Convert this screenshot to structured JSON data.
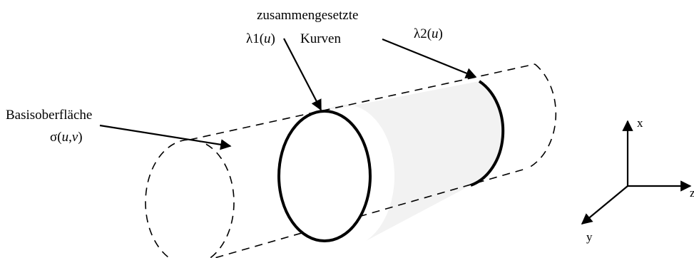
{
  "labels": {
    "composite_curves_line1": "zusammengesetzte",
    "composite_curves_line2": "Kurven",
    "lambda1": {
      "symbol": "λ1(",
      "var": "u",
      "close": ")"
    },
    "lambda2": {
      "symbol": "λ2(",
      "var": "u",
      "close": ")"
    },
    "base_surface": "Basisoberfläche",
    "sigma": {
      "symbol": "σ(",
      "var1": "u",
      "sep": ",",
      "var2": "v",
      "close": ")"
    }
  },
  "axes": {
    "x": "x",
    "y": "y",
    "z": "z"
  },
  "colors": {
    "stroke": "#000000",
    "surface_fill": "#f2f2f2",
    "background": "#ffffff"
  }
}
